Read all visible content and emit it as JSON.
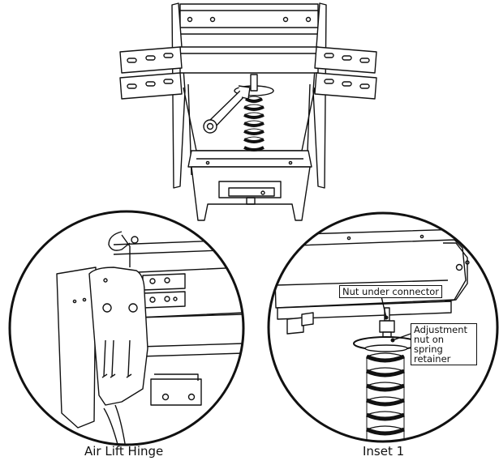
{
  "captions": {
    "left": "Air Lift Hinge",
    "right": "Inset 1"
  },
  "callouts": {
    "nut_under_connector": "Nut under connector",
    "adjustment_nut": "Adjustment nut on spring retainer"
  },
  "colors": {
    "line": "#111111",
    "background": "#ffffff"
  }
}
